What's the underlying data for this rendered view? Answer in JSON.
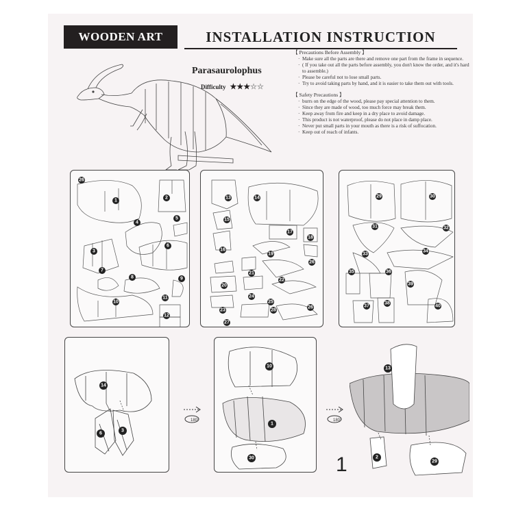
{
  "header": {
    "brand": "WOODEN ART",
    "title": "INSTALLATION INSTRUCTION"
  },
  "product": {
    "name": "Parasaurolophus",
    "difficulty_label": "Difficulty",
    "difficulty_stars_filled": 3,
    "difficulty_stars_total": 5
  },
  "precautions": {
    "heading": "【 Precautions Before Assembly 】",
    "items": [
      "Make sure all the parts are there and remove one part from the frame in sequence.",
      "( If you take out all the parts before assembly, you don't know the order, and it's hard to assemble.)",
      "Please be careful not to lose small parts.",
      "Try to avoid taking parts by hand, and it is easier to take them out with tools."
    ]
  },
  "safety": {
    "heading": "【 Safety Precautions 】",
    "items": [
      "burrs on the edge of the wood, please pay special attention to them.",
      "Since they are made of wood, too much force may break them.",
      "Keep away from fire and keep in a dry place to avoid damage.",
      "This product is not waterproof, please do not place in damp place.",
      "Never put small parts in your mouth as there is a risk of suffocation.",
      "Keep out of reach of infants."
    ]
  },
  "sheets": {
    "sheet1": [
      "26",
      "1",
      "2",
      "4",
      "5",
      "3",
      "6",
      "7",
      "8",
      "9",
      "10",
      "11",
      "12"
    ],
    "sheet2": [
      "13",
      "14",
      "15",
      "17",
      "18",
      "16",
      "19",
      "26",
      "21",
      "22",
      "20",
      "24",
      "25",
      "23",
      "26",
      "27",
      "28"
    ],
    "sheet3": [
      "29",
      "30",
      "31",
      "32",
      "33",
      "34",
      "35",
      "36",
      "39",
      "37",
      "38",
      "40"
    ]
  },
  "steps": {
    "step_a_parts": [
      "14",
      "6",
      "3"
    ],
    "step_b_parts": [
      "10",
      "1",
      "30"
    ],
    "step_c_parts": [
      "13",
      "2",
      "29"
    ],
    "rotate_label": "180°",
    "step_number": "1"
  }
}
